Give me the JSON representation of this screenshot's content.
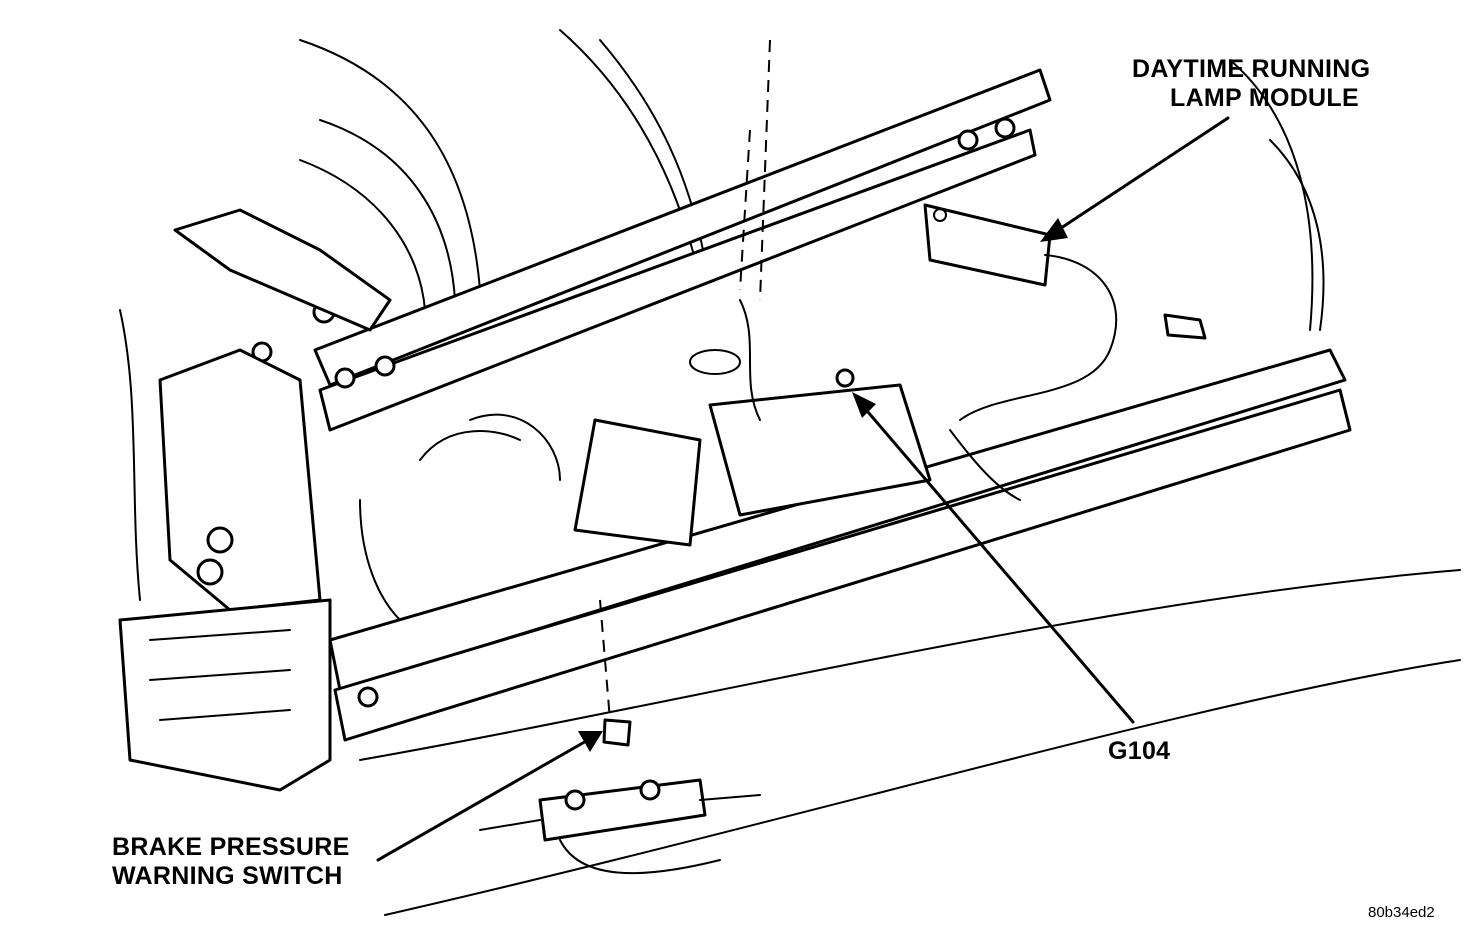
{
  "labels": {
    "drl_module_line1": "DAYTIME RUNNING",
    "drl_module_line2": "LAMP MODULE",
    "ground": "G104",
    "brake_line1": "BRAKE PRESSURE",
    "brake_line2": "WARNING SWITCH",
    "figure_code": "80b34ed2"
  }
}
